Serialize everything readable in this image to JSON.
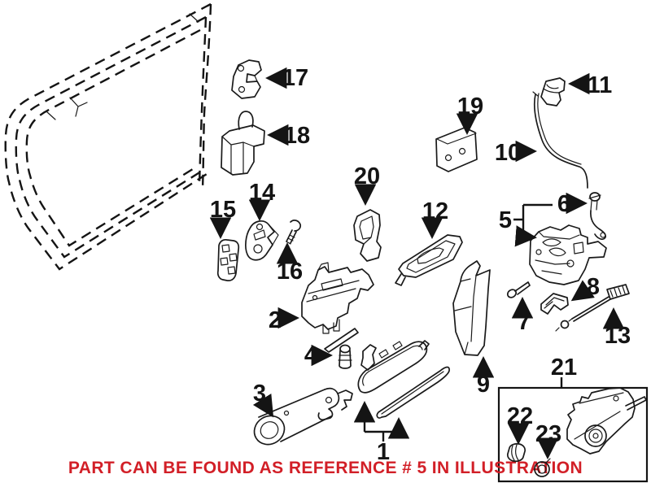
{
  "callouts": {
    "n1": "1",
    "n2": "2",
    "n3": "3",
    "n4": "4",
    "n5": "5",
    "n6": "6",
    "n7": "7",
    "n8": "8",
    "n9": "9",
    "n10": "10",
    "n11": "11",
    "n12": "12",
    "n13": "13",
    "n14": "14",
    "n15": "15",
    "n16": "16",
    "n17": "17",
    "n18": "18",
    "n19": "19",
    "n20": "20",
    "n21": "21",
    "n22": "22",
    "n23": "23"
  },
  "notice": {
    "text": "PART CAN BE FOUND AS REFERENCE # 5 IN ILLUSTRATION"
  },
  "colors": {
    "ink": "#1a1a1a",
    "notice_red": "#d21f27",
    "background": "#ffffff"
  }
}
